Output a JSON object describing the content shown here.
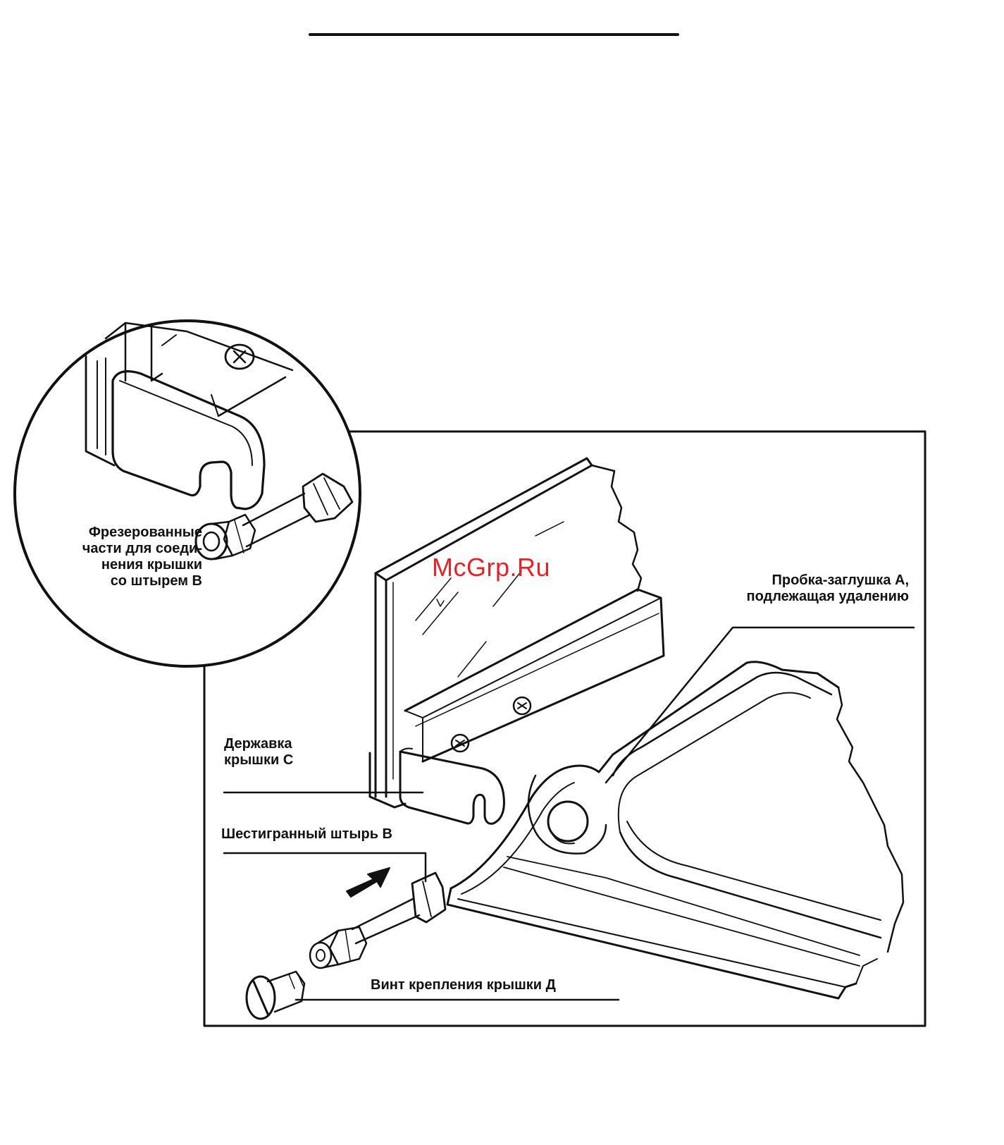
{
  "watermark": "McGrp.Ru",
  "labels": {
    "milled_line1": "Фрезерованные",
    "milled_line2": "части для соеди-",
    "milled_line3": "нения крышки",
    "milled_line4": "со штырем В",
    "plug_line1": "Пробка-заглушка А,",
    "plug_line2": "подлежащая удалению",
    "holder_line1": "Державка",
    "holder_line2": "крышки С",
    "hex_pin": "Шестигранный штырь В",
    "screw": "Винт крепления крышки Д"
  },
  "colors": {
    "ink": "#111111",
    "watermark": "#e0242a",
    "background": "#ffffff"
  }
}
